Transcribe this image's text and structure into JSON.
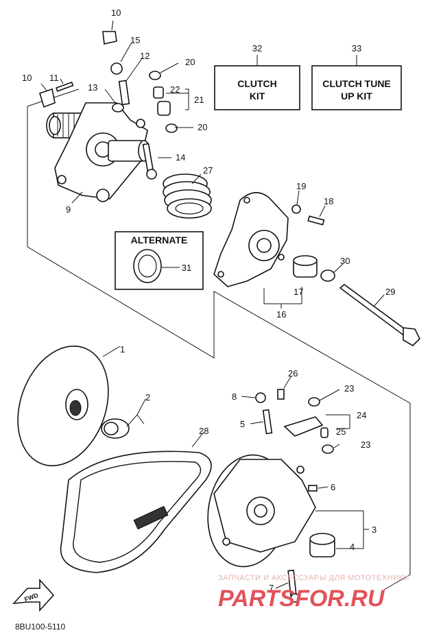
{
  "callouts": [
    "1",
    "2",
    "3",
    "4",
    "5",
    "6",
    "7",
    "8",
    "9",
    "10",
    "10",
    "11",
    "12",
    "13",
    "14",
    "15",
    "16",
    "17",
    "18",
    "19",
    "20",
    "20",
    "21",
    "22",
    "23",
    "23",
    "24",
    "25",
    "26",
    "27",
    "28",
    "29",
    "30",
    "31",
    "32",
    "33"
  ],
  "boxes": {
    "clutch_kit": {
      "number": "32",
      "line1": "CLUTCH",
      "line2": "KIT"
    },
    "tune_up_kit": {
      "number": "33",
      "line1": "CLUTCH TUNE",
      "line2": "UP KIT"
    },
    "alternate": {
      "title": "ALTERNATE",
      "number": "31"
    }
  },
  "fwd_label": "FWD",
  "reference_code": "8BU100-5110",
  "watermark": {
    "tagline": "ЗАПЧАСТИ И АКСЕССУАРЫ ДЛЯ МОТОТЕХНИКИ",
    "brand": "PARTSFOR.RU",
    "color": "#e2525a"
  }
}
